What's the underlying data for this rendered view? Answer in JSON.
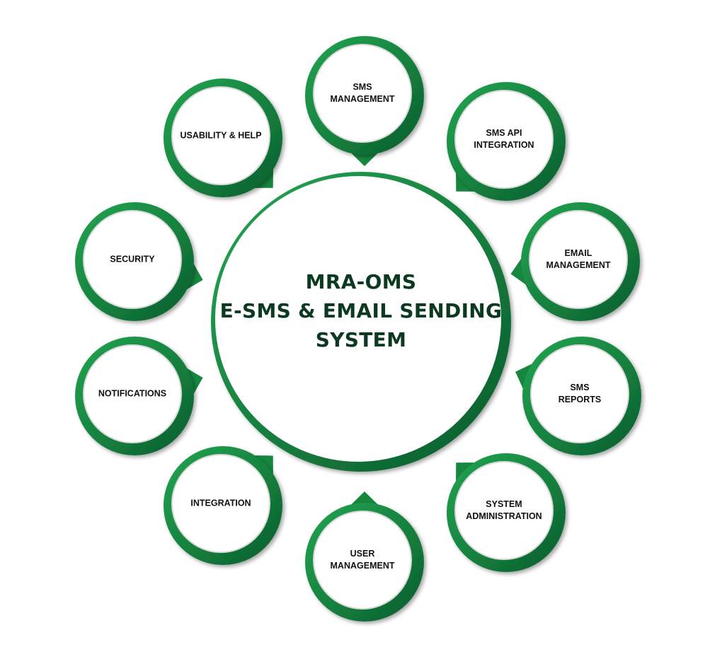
{
  "title": {
    "line1": "MRA-OMS",
    "line2": "E-SMS & EMAIL SENDING",
    "line3": "SYSTEM"
  },
  "colors": {
    "green_light": "#22a14f",
    "green_dark": "#0b5e2f",
    "title_text": "#0b3a21"
  },
  "nodes": [
    {
      "id": "sms-management",
      "line1": "SMS",
      "line2": "MANAGEMENT"
    },
    {
      "id": "sms-api-integration",
      "line1": "SMS API",
      "line2": "INTEGRATION"
    },
    {
      "id": "email-management",
      "line1": "EMAIL",
      "line2": "MANAGEMENT"
    },
    {
      "id": "sms-reports",
      "line1": "SMS",
      "line2": "REPORTS"
    },
    {
      "id": "system-administration",
      "line1": "SYSTEM",
      "line2": "ADMINISTRATION"
    },
    {
      "id": "user-management",
      "line1": "USER",
      "line2": "MANAGEMENT"
    },
    {
      "id": "integration",
      "line1": "INTEGRATION",
      "line2": ""
    },
    {
      "id": "notifications",
      "line1": "NOTIFICATIONS",
      "line2": ""
    },
    {
      "id": "security",
      "line1": "SECURITY",
      "line2": ""
    },
    {
      "id": "usability-help",
      "line1": "USABILITY & HELP",
      "line2": ""
    }
  ]
}
